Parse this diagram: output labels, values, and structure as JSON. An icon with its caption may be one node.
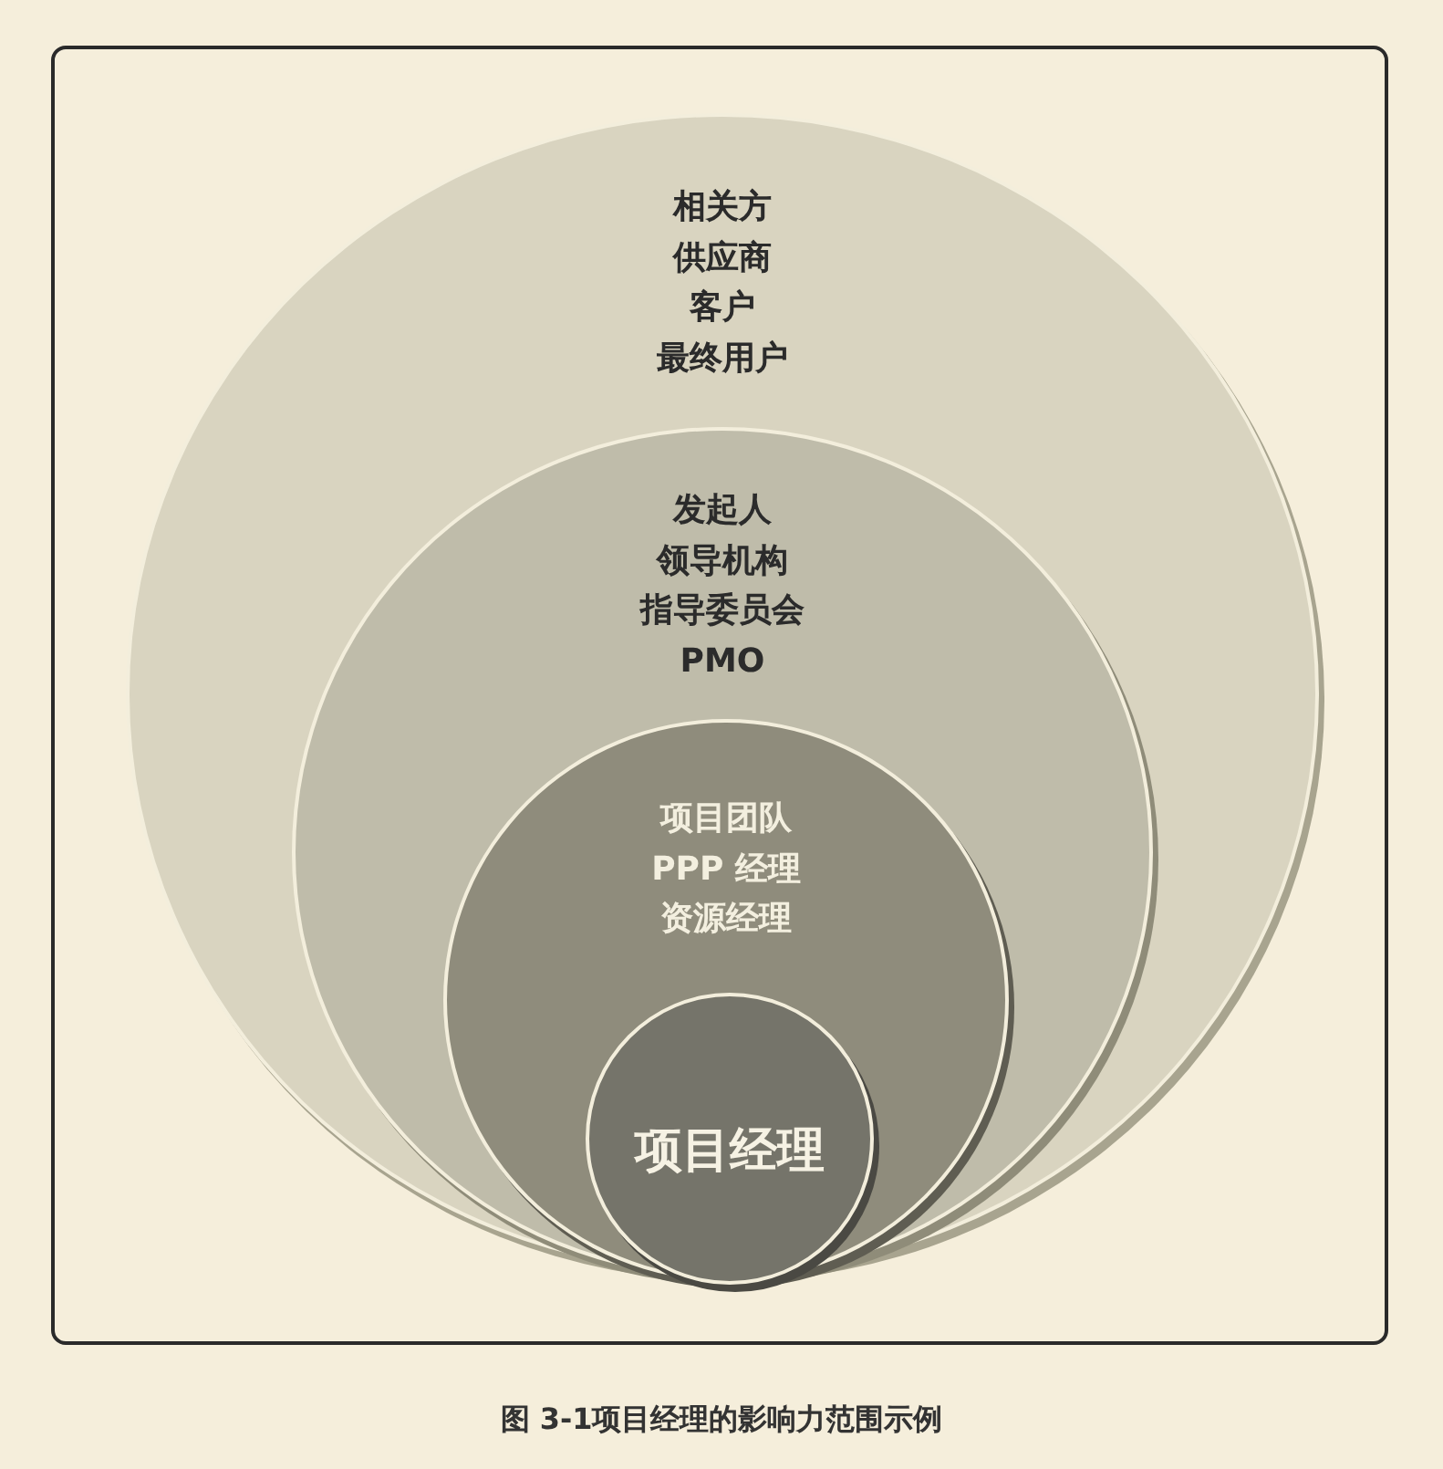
{
  "diagram": {
    "caption": "图 3-1项目经理的影响力范围示例",
    "nodes": [
      {
        "text": [
          "相关方",
          "供应商",
          "客户",
          "最终用户"
        ]
      },
      {
        "text": [
          "发起人",
          "领导机构",
          "指导委员会",
          "PMO"
        ],
        "in": 0
      },
      {
        "text": [
          "项目团队",
          "PPP 经理",
          "资源经理"
        ],
        "in": 1
      },
      {
        "text": [
          "项目经理"
        ],
        "in": 2
      }
    ]
  }
}
